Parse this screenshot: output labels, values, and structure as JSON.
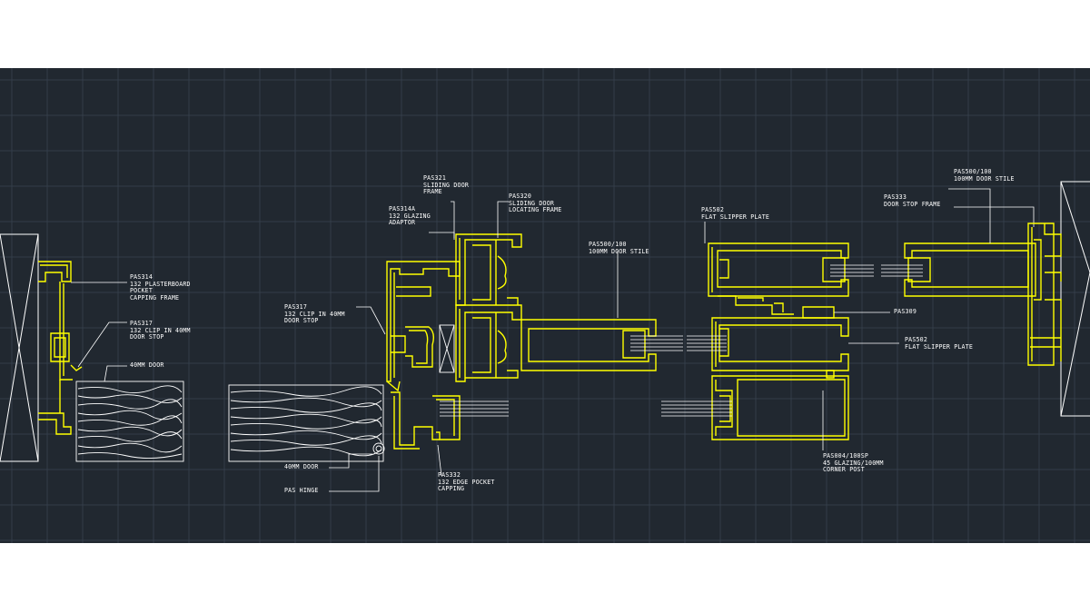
{
  "drawing": {
    "background_color": "#212830",
    "grid_color": "#39424f",
    "profile_color": "#ffff00",
    "leader_color": "#ffffff",
    "labels": {
      "pas314": [
        "PAS314",
        "132 PLASTERBOARD",
        "POCKET",
        "CAPPING FRAME"
      ],
      "pas317_left": [
        "PAS317",
        "132 CLIP IN 40MM",
        "DOOR STOP"
      ],
      "door_40mm_left": [
        "40MM DOOR"
      ],
      "pas317_mid": [
        "PAS317",
        "132 CLIP IN 40MM",
        "DOOR STOP"
      ],
      "door_40mm_mid": [
        "40MM DOOR"
      ],
      "pas_hinge": [
        "PAS HINGE"
      ],
      "pas314a": [
        "PAS314A",
        "132 GLAZING",
        "ADAPTOR"
      ],
      "pas321": [
        "PAS321",
        "SLIDING DOOR",
        "FRAME"
      ],
      "pas320": [
        "PAS320",
        "SLIDING DOOR",
        "LOCATING FRAME"
      ],
      "pas332": [
        "PAS332",
        "132 EDGE POCKET",
        "CAPPING"
      ],
      "pas500_100_mid": [
        "PAS500/100",
        "100MM DOOR STILE"
      ],
      "pas502_top": [
        "PAS502",
        "FLAT SLIPPER PLATE"
      ],
      "pas309": [
        "PAS309"
      ],
      "pas502_mid": [
        "PAS502",
        "FLAT SLIPPER PLATE"
      ],
      "pas004_100sp": [
        "PAS004/100SP",
        "45 GLAZING/100MM",
        "CORNER POST"
      ],
      "pas500_100_right": [
        "PAS500/100",
        "100MM DOOR STILE"
      ],
      "pas333": [
        "PAS333",
        "DOOR STOP FRAME"
      ]
    }
  }
}
